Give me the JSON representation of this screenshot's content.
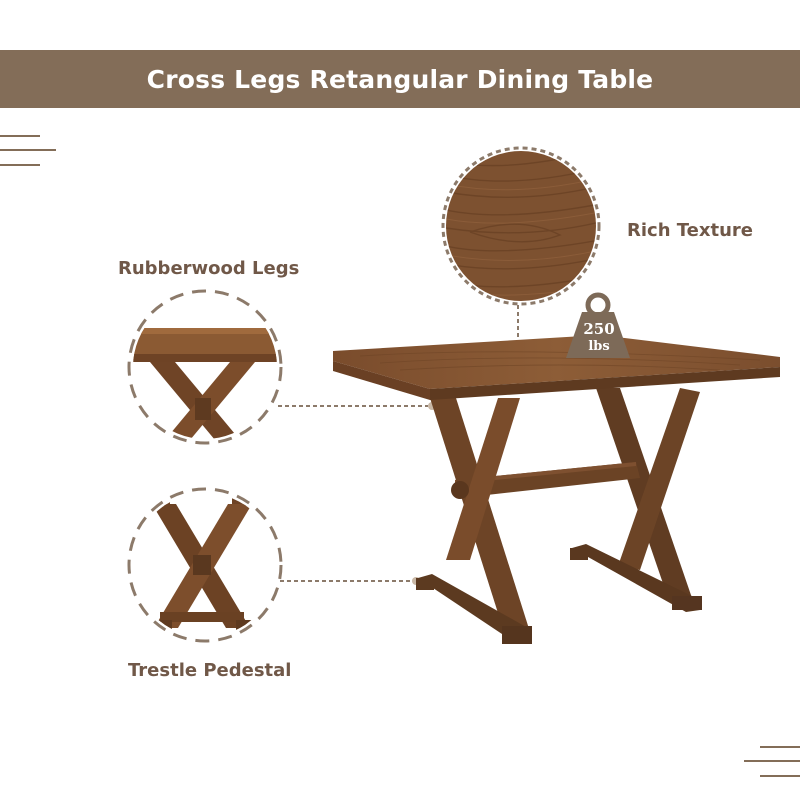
{
  "banner": {
    "title": "Cross Legs Retangular Dining Table"
  },
  "features": {
    "texture": "Rich Texture",
    "legs": "Rubberwood Legs",
    "pedestal": "Trestle Pedestal"
  },
  "weight": {
    "value": "250",
    "unit": "lbs"
  },
  "colors": {
    "banner": "#836d58",
    "label_text": "#705848",
    "wood_light": "#8a5a34",
    "wood_dark": "#5c3a20",
    "dashed_line": "#8c7a6a"
  },
  "icons": [
    "weight-icon"
  ]
}
